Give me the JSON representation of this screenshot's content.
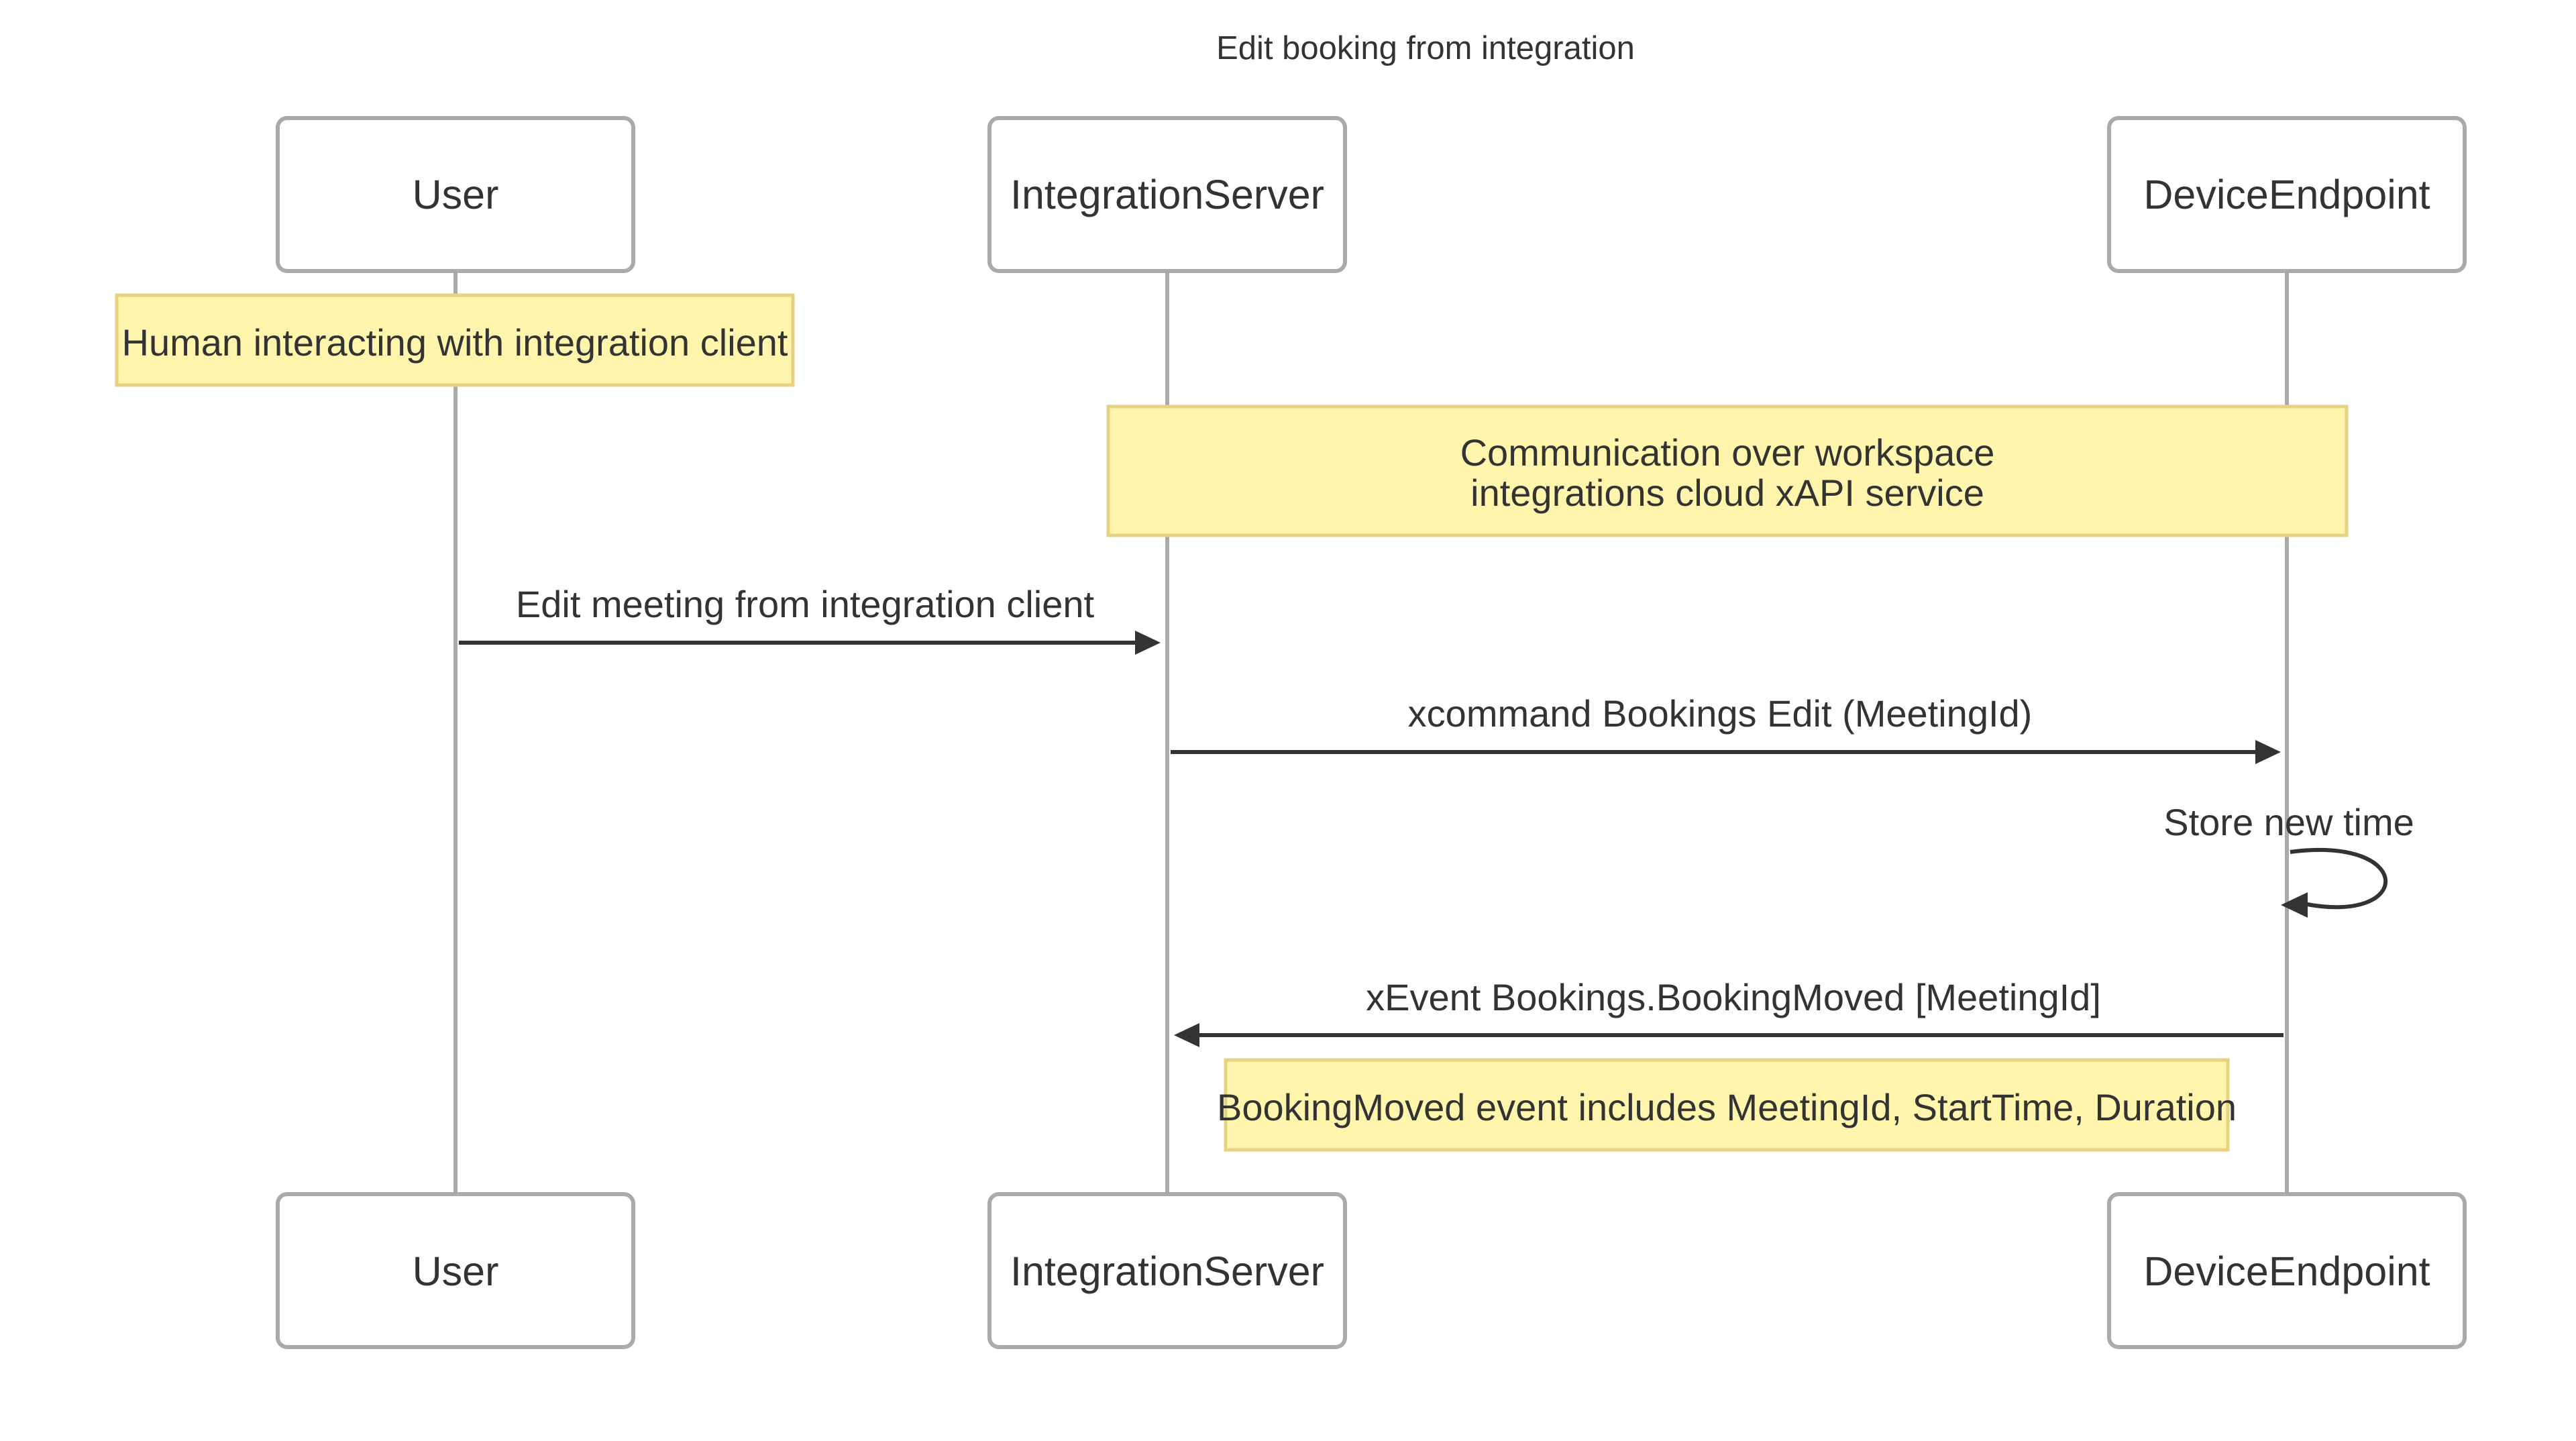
{
  "title": "Edit booking from integration",
  "actors": {
    "user": "User",
    "server": "IntegrationServer",
    "device": "DeviceEndpoint"
  },
  "notes": {
    "user_note": "Human interacting with integration client",
    "comm_line1": "Communication over workspace",
    "comm_line2": "integrations cloud xAPI service",
    "event_note": "BookingMoved event includes MeetingId, StartTime, Duration"
  },
  "messages": {
    "m1": "Edit meeting from integration client",
    "m2": "xcommand Bookings Edit (MeetingId)",
    "m3": "Store new time",
    "m4": "xEvent Bookings.BookingMoved [MeetingId]"
  },
  "colors": {
    "note_fill": "#fff5ad",
    "note_border": "#e6d280",
    "actor_border": "#aaaaaa",
    "line": "#333333"
  }
}
